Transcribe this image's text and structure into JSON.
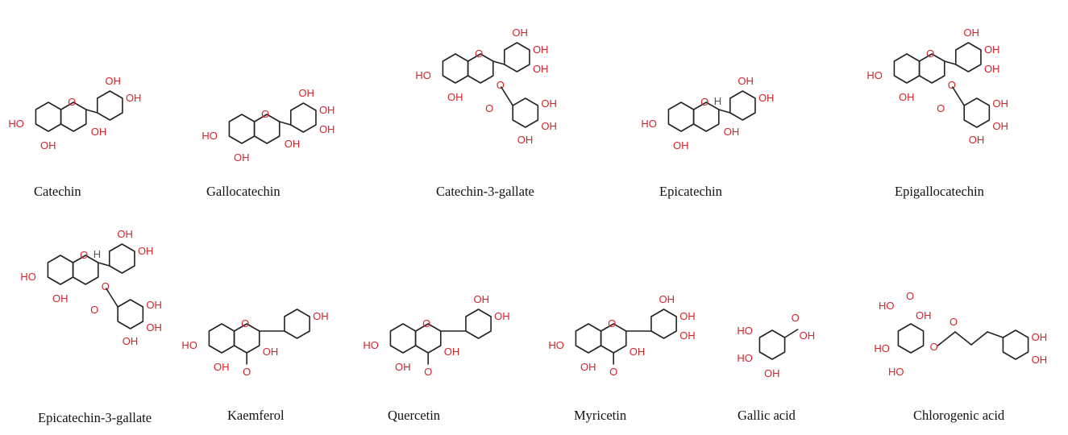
{
  "colors": {
    "heteroatom": "#d8232a",
    "bond": "#222222",
    "label": "#111111"
  },
  "compounds": [
    {
      "name": "Catechin"
    },
    {
      "name": "Gallocatechin"
    },
    {
      "name": "Catechin-3-gallate"
    },
    {
      "name": "Epicatechin"
    },
    {
      "name": "Epigallocatechin"
    },
    {
      "name": "Epicatechin-3-gallate"
    },
    {
      "name": "Kaemferol"
    },
    {
      "name": "Quercetin"
    },
    {
      "name": "Myricetin"
    },
    {
      "name": "Gallic acid"
    },
    {
      "name": "Chlorogenic acid"
    }
  ],
  "atoms": {
    "hydroxyl": "OH",
    "oxygen": "O",
    "hydrogen": "H",
    "carboxyl_left": "HO"
  }
}
